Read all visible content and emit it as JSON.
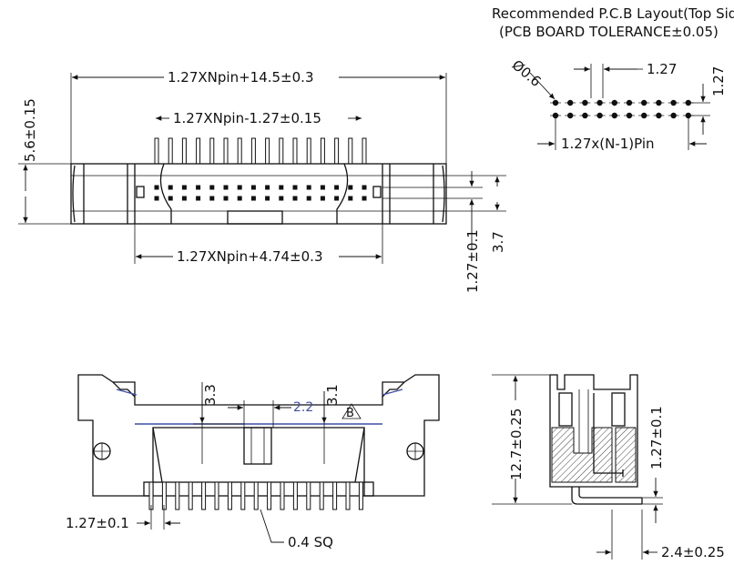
{
  "header": {
    "line1": "Recommended  P.C.B  Layout(Top  Side)",
    "line2": "(PCB  BOARD  TOLERANCE±0.05)"
  },
  "pcb_layout": {
    "hole": "Ø0.6",
    "pitch": "1.27",
    "pitch_vertical": "1.27",
    "span": "1.27x(N-1)Pin"
  },
  "top_view": {
    "overall_length": "1.27XNpin+14.5±0.3",
    "pin_span": "1.27XNpin-1.27±0.15",
    "inner_length": "1.27XNpin+4.74±0.3",
    "height": "5.6±0.15",
    "row_pitch": "1.27±0.1",
    "row_height": "3.7"
  },
  "front_view": {
    "dim_a": "3.3",
    "dim_b": "2.2",
    "dim_c": "3.1",
    "datum": "B",
    "pin_pitch": "1.27±0.1",
    "pin_size": "0.4  SQ"
  },
  "side_view": {
    "height": "12.7±0.25",
    "pitch": "1.27±0.1",
    "length": "2.4±0.25"
  }
}
